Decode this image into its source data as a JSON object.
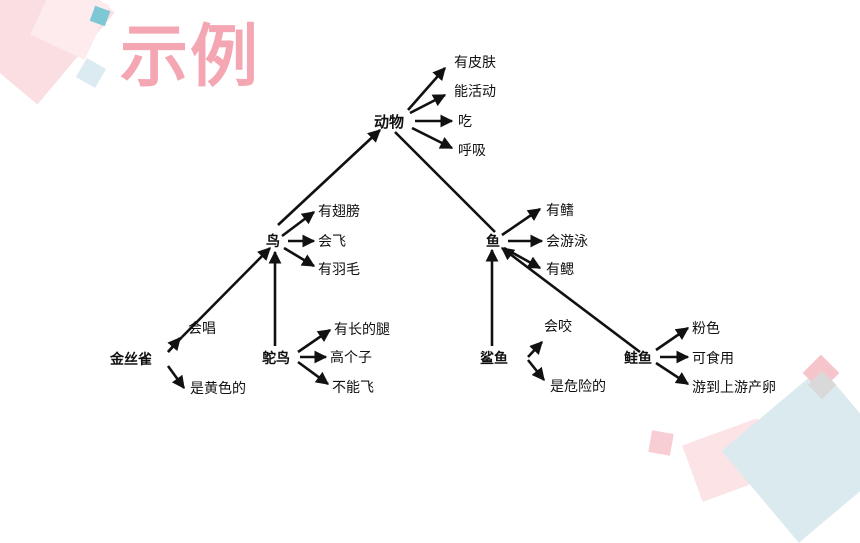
{
  "title": "示例",
  "nodes": {
    "animal": "动物",
    "has_skin": "有皮肤",
    "can_move": "能活动",
    "eats": "吃",
    "breathes": "呼吸",
    "bird": "鸟",
    "has_wings": "有翅膀",
    "can_fly": "会飞",
    "has_feathers": "有羽毛",
    "fish": "鱼",
    "has_fins": "有鳍",
    "can_swim": "会游泳",
    "has_gills": "有鳃",
    "canary": "金丝雀",
    "sings": "会唱",
    "is_yellow": "是黄色的",
    "ostrich": "鸵鸟",
    "long_legs": "有长的腿",
    "tall": "高个子",
    "cannot_fly": "不能飞",
    "shark": "鲨鱼",
    "bites": "会咬",
    "dangerous": "是危险的",
    "salmon": "鲑鱼",
    "pink": "粉色",
    "edible": "可食用",
    "spawns_upstream": "游到上游产卵"
  },
  "colors": {
    "title": "#f4a7b2",
    "arrow": "#111111",
    "deco_pink": "#f6c4cb",
    "deco_light_pink": "#fbe0e3",
    "deco_teal": "#7ec8d6",
    "deco_blue": "#cfe3ec"
  }
}
